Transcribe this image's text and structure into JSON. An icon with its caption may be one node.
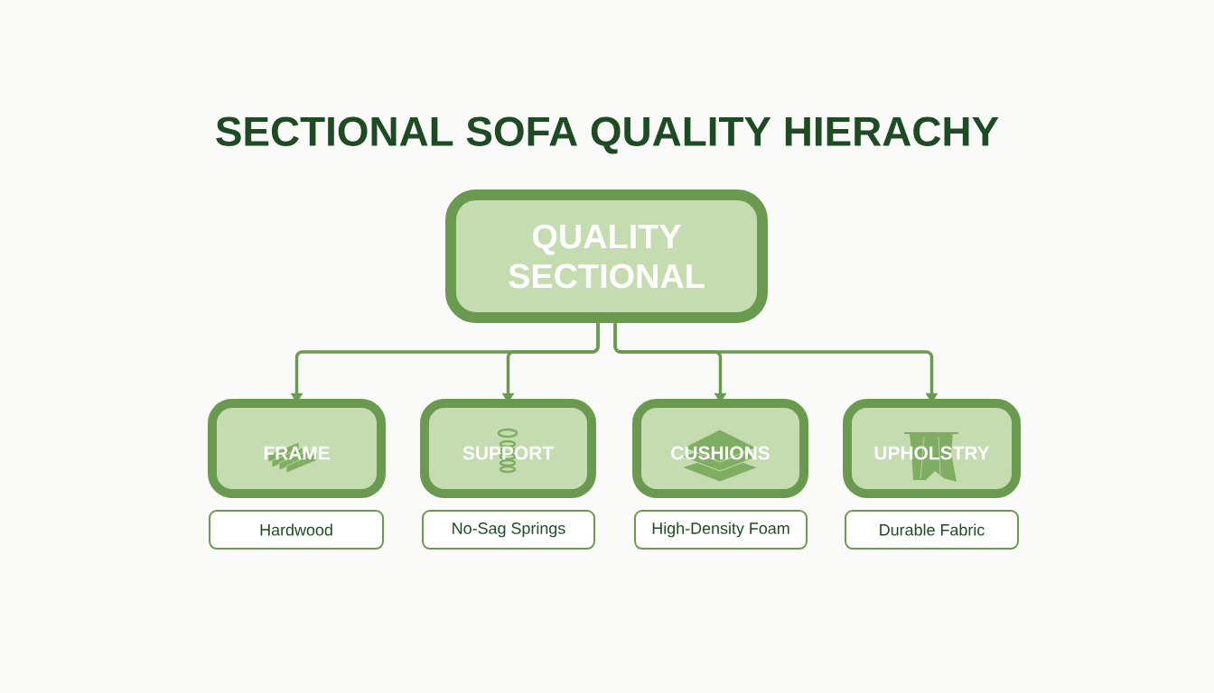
{
  "diagram": {
    "title": "SECTIONAL SOFA QUALITY HIERACHY",
    "nodes": [
      {
        "text": [
          "QUALITY SECTIONAL"
        ]
      },
      {
        "text": [
          "FRAME"
        ]
      },
      {
        "text": [
          "SUPPORT"
        ]
      },
      {
        "text": [
          "CUSHIONS"
        ]
      },
      {
        "text": [
          "UPHOLSTRY"
        ]
      },
      {
        "text": [
          "Hardwood"
        ]
      },
      {
        "text": [
          "No-Sag Springs"
        ]
      },
      {
        "text": [
          "High-Density Foam"
        ]
      },
      {
        "text": [
          "Durable Fabric"
        ]
      }
    ],
    "edges": [
      {
        "from": 0,
        "to": 1,
        "arrow": "to"
      },
      {
        "from": 0,
        "to": 2,
        "arrow": "to"
      },
      {
        "from": 0,
        "to": 3,
        "arrow": "to"
      },
      {
        "from": 0,
        "to": 4,
        "arrow": "to"
      }
    ]
  }
}
